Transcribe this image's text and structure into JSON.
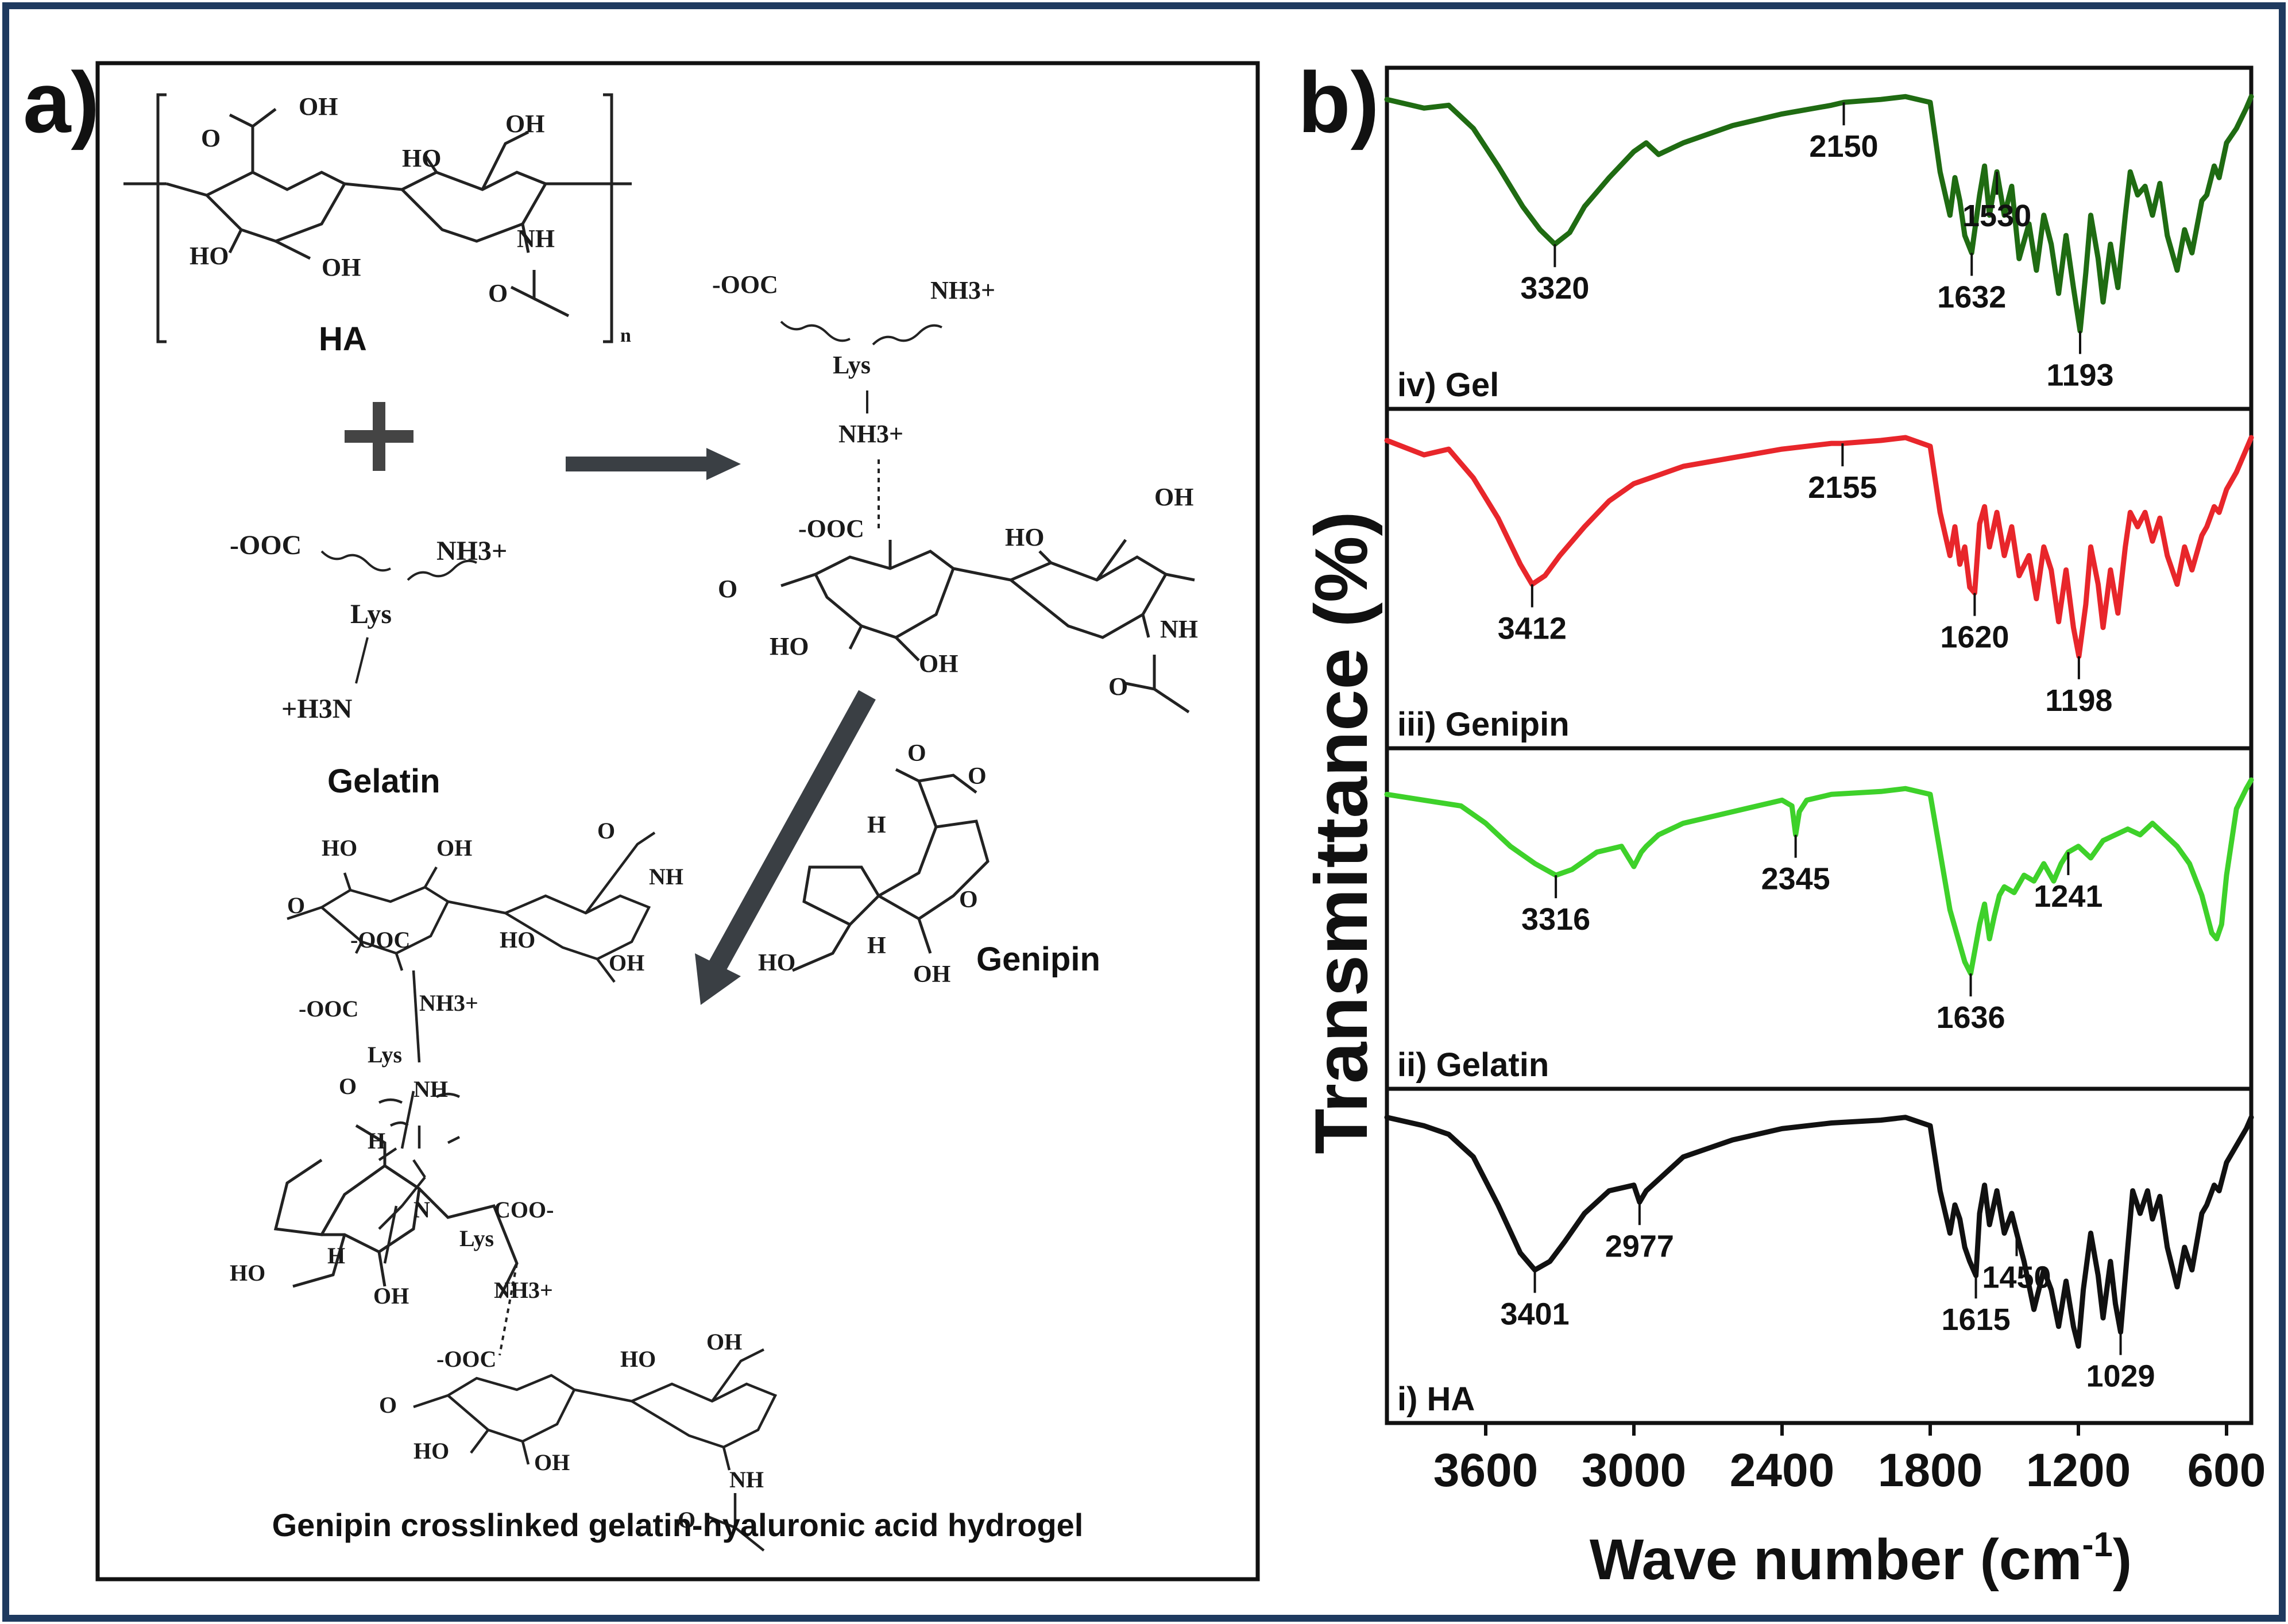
{
  "panel_a": {
    "label": "a)",
    "ha_label": "HA",
    "gelatin_label": "Gelatin",
    "genipin_label": "Genipin",
    "caption": "Genipin crosslinked gelatin-hyaluronic acid hydrogel",
    "atoms": {
      "oh": "OH",
      "ho": "HO",
      "nh": "NH",
      "o": "O",
      "n": "N",
      "h": "H",
      "lys": "Lys",
      "ooc": "-OOC",
      "coo": "COO-",
      "nh3": "NH3+",
      "h3n": "+H3N",
      "sub_n": "n"
    }
  },
  "panel_b": {
    "label": "b)",
    "ylabel": "Transmittance (%)",
    "xlabel": "Wave number (cm-1)",
    "xlabel_main": "Wave number (cm",
    "xlabel_sup": "-1",
    "xlabel_end": ")",
    "ylabel_main": "Transmittance (%)"
  },
  "chart_data": {
    "type": "line",
    "xlabel": "Wave number (cm-1)",
    "ylabel": "Transmittance (%)",
    "xlim": [
      4000,
      500
    ],
    "xticks": [
      3600,
      3000,
      2400,
      1800,
      1200,
      600
    ],
    "grid": false,
    "legend": "none",
    "series": [
      {
        "name": "iv) Gel",
        "color": "#1f6b12",
        "x": [
          4000,
          3850,
          3750,
          3650,
          3550,
          3450,
          3380,
          3320,
          3260,
          3200,
          3100,
          3000,
          2950,
          2900,
          2800,
          2600,
          2400,
          2200,
          2150,
          2000,
          1900,
          1800,
          1760,
          1720,
          1700,
          1680,
          1660,
          1632,
          1600,
          1580,
          1560,
          1530,
          1500,
          1470,
          1440,
          1400,
          1370,
          1340,
          1310,
          1280,
          1250,
          1220,
          1193,
          1170,
          1150,
          1120,
          1100,
          1070,
          1040,
          1010,
          990,
          960,
          930,
          900,
          870,
          840,
          800,
          770,
          740,
          700,
          680,
          650,
          630,
          600,
          560,
          520,
          500
        ],
        "y": [
          0.95,
          0.92,
          0.93,
          0.85,
          0.72,
          0.58,
          0.5,
          0.45,
          0.49,
          0.58,
          0.68,
          0.77,
          0.8,
          0.76,
          0.8,
          0.86,
          0.9,
          0.93,
          0.94,
          0.95,
          0.96,
          0.94,
          0.7,
          0.55,
          0.68,
          0.6,
          0.48,
          0.42,
          0.62,
          0.72,
          0.55,
          0.7,
          0.55,
          0.65,
          0.4,
          0.52,
          0.36,
          0.55,
          0.45,
          0.28,
          0.48,
          0.3,
          0.15,
          0.35,
          0.55,
          0.4,
          0.25,
          0.45,
          0.3,
          0.55,
          0.7,
          0.62,
          0.65,
          0.55,
          0.66,
          0.48,
          0.36,
          0.5,
          0.42,
          0.6,
          0.62,
          0.72,
          0.68,
          0.8,
          0.85,
          0.92,
          0.96
        ]
      },
      {
        "name": "iii) Genipin",
        "color": "#e8262b",
        "x": [
          4000,
          3850,
          3750,
          3650,
          3550,
          3460,
          3412,
          3360,
          3300,
          3200,
          3100,
          3000,
          2900,
          2800,
          2600,
          2400,
          2200,
          2155,
          2000,
          1900,
          1800,
          1760,
          1720,
          1700,
          1680,
          1660,
          1640,
          1620,
          1600,
          1580,
          1560,
          1530,
          1500,
          1470,
          1440,
          1400,
          1370,
          1340,
          1310,
          1280,
          1250,
          1220,
          1198,
          1170,
          1150,
          1120,
          1100,
          1070,
          1040,
          1010,
          990,
          960,
          930,
          900,
          870,
          840,
          800,
          770,
          740,
          700,
          680,
          650,
          630,
          600,
          560,
          520,
          500
        ],
        "y": [
          0.95,
          0.9,
          0.92,
          0.82,
          0.68,
          0.52,
          0.45,
          0.48,
          0.55,
          0.65,
          0.74,
          0.8,
          0.83,
          0.86,
          0.89,
          0.92,
          0.94,
          0.94,
          0.95,
          0.96,
          0.93,
          0.7,
          0.55,
          0.65,
          0.52,
          0.58,
          0.44,
          0.42,
          0.66,
          0.72,
          0.58,
          0.7,
          0.55,
          0.65,
          0.48,
          0.55,
          0.4,
          0.58,
          0.5,
          0.32,
          0.5,
          0.3,
          0.2,
          0.38,
          0.58,
          0.45,
          0.3,
          0.5,
          0.35,
          0.58,
          0.7,
          0.65,
          0.7,
          0.6,
          0.68,
          0.55,
          0.45,
          0.58,
          0.5,
          0.62,
          0.65,
          0.72,
          0.7,
          0.78,
          0.84,
          0.92,
          0.96
        ]
      },
      {
        "name": "ii) Gelatin",
        "color": "#3ed12a",
        "x": [
          4000,
          3850,
          3700,
          3600,
          3500,
          3400,
          3316,
          3250,
          3150,
          3050,
          3000,
          2970,
          2950,
          2900,
          2800,
          2600,
          2400,
          2360,
          2345,
          2330,
          2300,
          2200,
          2000,
          1900,
          1800,
          1760,
          1720,
          1680,
          1660,
          1636,
          1600,
          1580,
          1560,
          1540,
          1520,
          1500,
          1460,
          1420,
          1380,
          1340,
          1300,
          1270,
          1241,
          1200,
          1150,
          1100,
          1050,
          1000,
          950,
          900,
          850,
          800,
          750,
          700,
          660,
          640,
          620,
          600,
          560,
          520,
          500
        ],
        "y": [
          0.9,
          0.88,
          0.86,
          0.8,
          0.72,
          0.66,
          0.62,
          0.64,
          0.7,
          0.72,
          0.65,
          0.7,
          0.72,
          0.76,
          0.8,
          0.84,
          0.88,
          0.86,
          0.76,
          0.84,
          0.88,
          0.9,
          0.91,
          0.92,
          0.9,
          0.7,
          0.5,
          0.38,
          0.32,
          0.28,
          0.45,
          0.52,
          0.4,
          0.48,
          0.55,
          0.58,
          0.56,
          0.62,
          0.6,
          0.66,
          0.6,
          0.66,
          0.7,
          0.72,
          0.68,
          0.74,
          0.76,
          0.78,
          0.76,
          0.8,
          0.76,
          0.72,
          0.66,
          0.55,
          0.42,
          0.4,
          0.45,
          0.62,
          0.85,
          0.92,
          0.95
        ]
      },
      {
        "name": "i) HA",
        "color": "#111111",
        "x": [
          4000,
          3850,
          3750,
          3650,
          3550,
          3460,
          3401,
          3340,
          3280,
          3200,
          3100,
          3000,
          2977,
          2950,
          2900,
          2800,
          2600,
          2400,
          2200,
          2000,
          1900,
          1800,
          1760,
          1720,
          1700,
          1680,
          1660,
          1640,
          1615,
          1600,
          1580,
          1560,
          1530,
          1500,
          1470,
          1450,
          1420,
          1380,
          1340,
          1310,
          1280,
          1250,
          1220,
          1200,
          1180,
          1150,
          1120,
          1100,
          1070,
          1050,
          1029,
          1000,
          980,
          950,
          920,
          900,
          870,
          840,
          800,
          770,
          740,
          700,
          680,
          650,
          630,
          600,
          560,
          520,
          500
        ],
        "y": [
          0.96,
          0.93,
          0.9,
          0.82,
          0.65,
          0.48,
          0.42,
          0.45,
          0.52,
          0.62,
          0.7,
          0.72,
          0.66,
          0.7,
          0.74,
          0.82,
          0.88,
          0.92,
          0.94,
          0.95,
          0.96,
          0.93,
          0.7,
          0.55,
          0.65,
          0.6,
          0.5,
          0.45,
          0.4,
          0.62,
          0.72,
          0.58,
          0.7,
          0.55,
          0.62,
          0.55,
          0.45,
          0.28,
          0.42,
          0.35,
          0.22,
          0.38,
          0.22,
          0.15,
          0.35,
          0.55,
          0.4,
          0.25,
          0.45,
          0.3,
          0.2,
          0.5,
          0.7,
          0.62,
          0.7,
          0.6,
          0.68,
          0.5,
          0.36,
          0.5,
          0.42,
          0.62,
          0.65,
          0.72,
          0.7,
          0.8,
          0.86,
          0.92,
          0.96
        ]
      }
    ],
    "annotations": [
      {
        "series": 0,
        "x": 3320,
        "text": "3320"
      },
      {
        "series": 0,
        "x": 2150,
        "text": "2150"
      },
      {
        "series": 0,
        "x": 1632,
        "text": "1632"
      },
      {
        "series": 0,
        "x": 1530,
        "text": "1530"
      },
      {
        "series": 0,
        "x": 1193,
        "text": "1193"
      },
      {
        "series": 1,
        "x": 3412,
        "text": "3412"
      },
      {
        "series": 1,
        "x": 2155,
        "text": "2155"
      },
      {
        "series": 1,
        "x": 1620,
        "text": "1620"
      },
      {
        "series": 1,
        "x": 1198,
        "text": "1198"
      },
      {
        "series": 2,
        "x": 3316,
        "text": "3316"
      },
      {
        "series": 2,
        "x": 2345,
        "text": "2345"
      },
      {
        "series": 2,
        "x": 1636,
        "text": "1636"
      },
      {
        "series": 2,
        "x": 1241,
        "text": "1241"
      },
      {
        "series": 3,
        "x": 3401,
        "text": "3401"
      },
      {
        "series": 3,
        "x": 2977,
        "text": "2977"
      },
      {
        "series": 3,
        "x": 1615,
        "text": "1615"
      },
      {
        "series": 3,
        "x": 1450,
        "text": "1450"
      },
      {
        "series": 3,
        "x": 1029,
        "text": "1029"
      }
    ]
  }
}
